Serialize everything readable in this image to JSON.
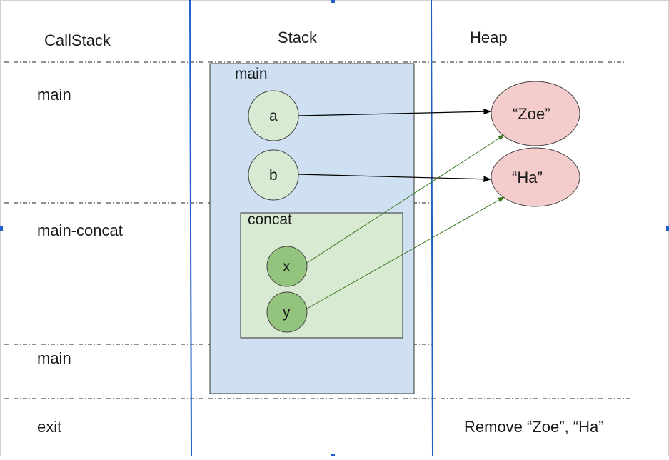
{
  "columns": {
    "callstack": "CallStack",
    "stack": "Stack",
    "heap": "Heap"
  },
  "rows": [
    {
      "label": "main"
    },
    {
      "label": "main-concat"
    },
    {
      "label": "main"
    },
    {
      "label": "exit"
    }
  ],
  "frames": {
    "main": {
      "label": "main",
      "vars": [
        {
          "name": "a"
        },
        {
          "name": "b"
        }
      ]
    },
    "concat": {
      "label": "concat",
      "vars": [
        {
          "name": "x"
        },
        {
          "name": "y"
        }
      ]
    }
  },
  "heap": {
    "objects": [
      {
        "value": "“Zoe”"
      },
      {
        "value": "“Ha”"
      }
    ],
    "note": "Remove “Zoe”, “Ha”"
  },
  "colors": {
    "divider_blue": "#1f5fc9",
    "dashed_line": "#222222",
    "main_frame_fill": "#cfe0f3",
    "concat_frame_fill": "#d9ead3",
    "main_var_fill": "#d9ead3",
    "concat_var_fill": "#93c47d",
    "heap_fill": "#f4cccc",
    "arrow_black": "#000000",
    "arrow_green": "#38761d"
  }
}
